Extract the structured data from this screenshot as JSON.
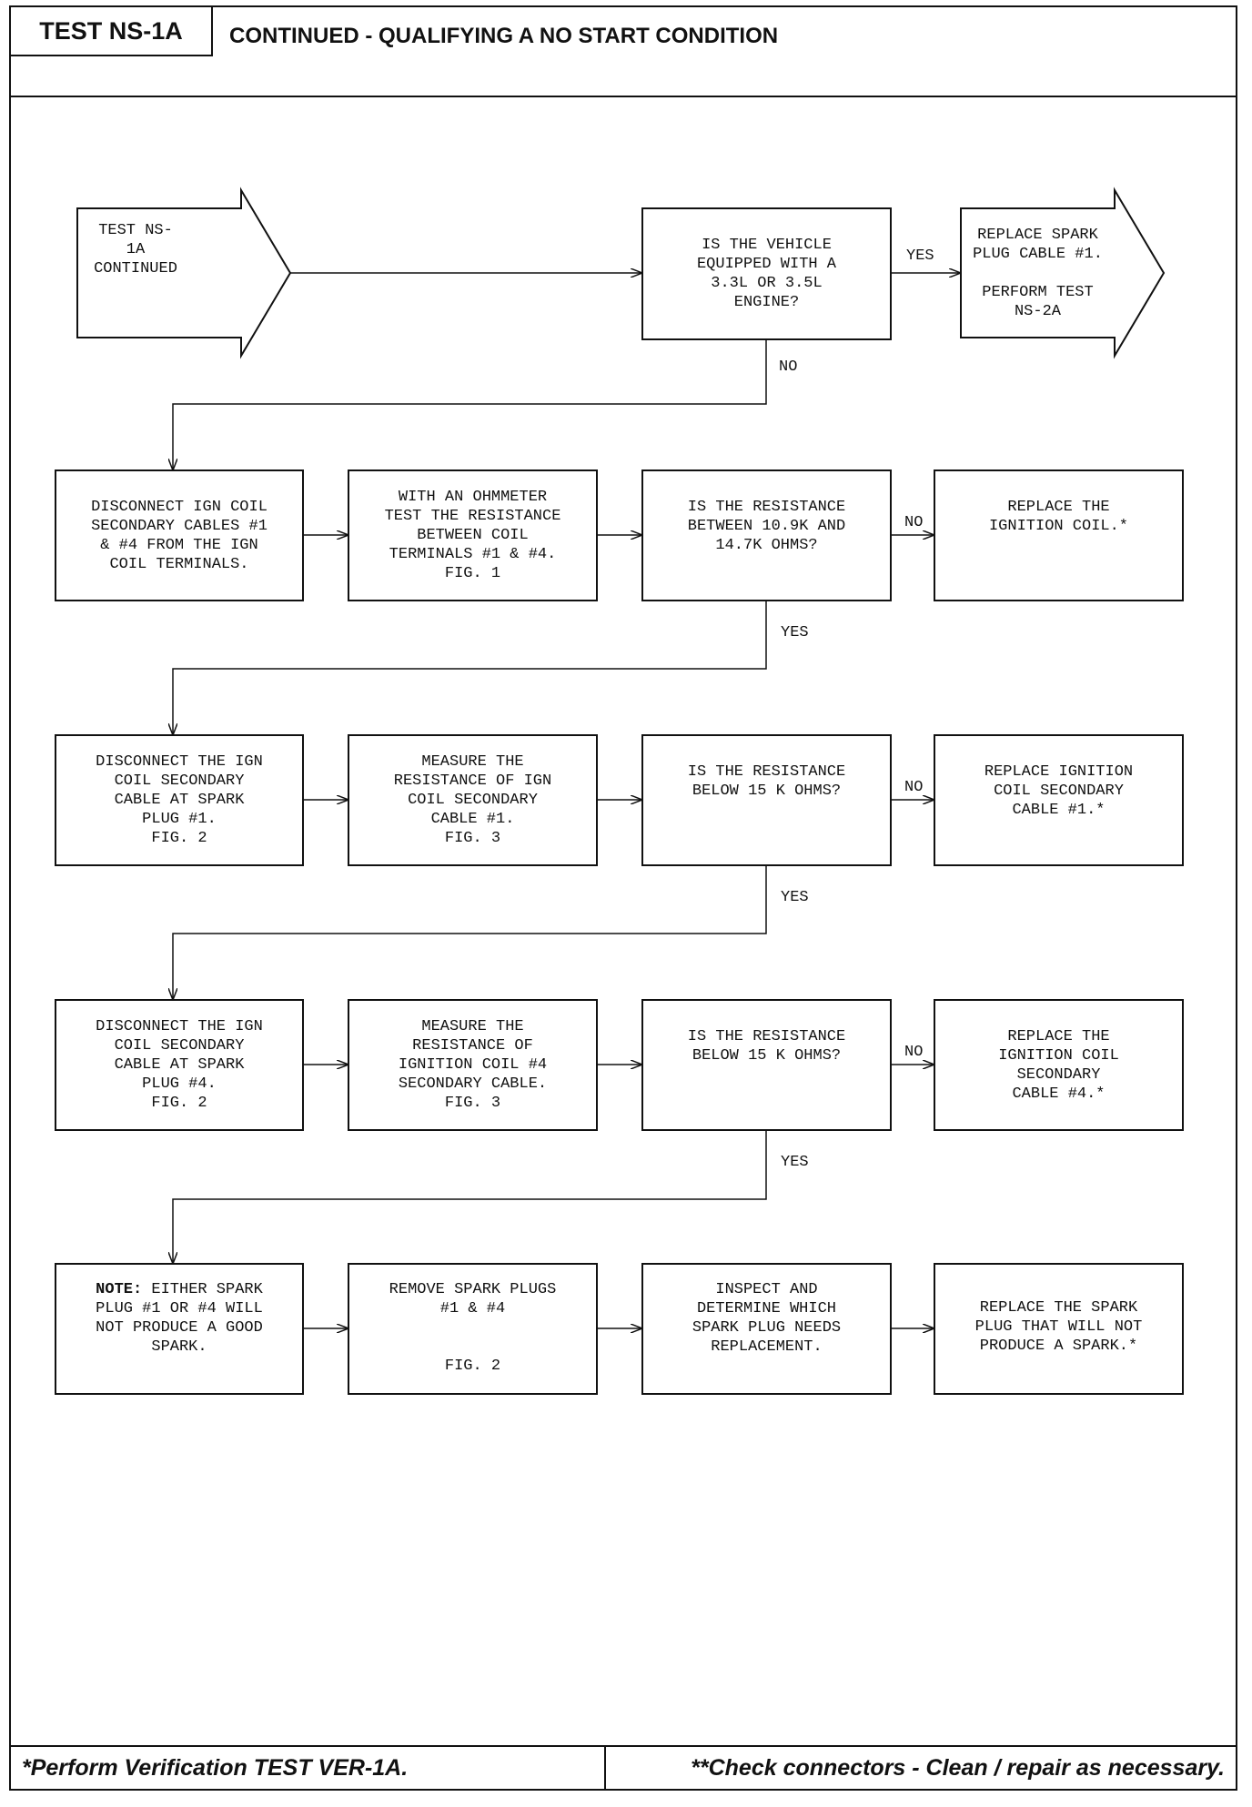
{
  "header": {
    "test_id": "TEST NS-1A",
    "title": "CONTINUED - QUALIFYING A NO START CONDITION"
  },
  "flow": {
    "start": "TEST NS-1A\nCONTINUED",
    "q_engine": "IS THE VEHICLE\nEQUIPPED WITH A\n3.3L OR 3.5L\nENGINE?",
    "replace_cable1_ns2a": "REPLACE SPARK\nPLUG CABLE #1.\n\nPERFORM TEST\nNS-2A",
    "row1": {
      "b1": "DISCONNECT IGN COIL\nSECONDARY CABLES #1\n& #4 FROM THE IGN\nCOIL TERMINALS.",
      "b2": "WITH AN OHMMETER\nTEST THE RESISTANCE\nBETWEEN COIL\nTERMINALS #1 & #4.\nFIG. 1",
      "b3": "IS THE RESISTANCE\nBETWEEN 10.9K AND\n14.7K OHMS?",
      "b4": "REPLACE THE\nIGNITION COIL.*"
    },
    "row2": {
      "b1": "DISCONNECT THE IGN\nCOIL SECONDARY\nCABLE AT SPARK\nPLUG #1.\nFIG. 2",
      "b2": "MEASURE THE\nRESISTANCE OF IGN\nCOIL SECONDARY\nCABLE #1.\nFIG. 3",
      "b3": "IS THE RESISTANCE\nBELOW 15 K OHMS?",
      "b4": "REPLACE IGNITION\nCOIL SECONDARY\nCABLE #1.*"
    },
    "row3": {
      "b1": "DISCONNECT THE IGN\nCOIL SECONDARY\nCABLE AT SPARK\nPLUG #4.\nFIG. 2",
      "b2": "MEASURE THE\nRESISTANCE OF\nIGNITION COIL #4\nSECONDARY CABLE.\nFIG. 3",
      "b3": "IS THE RESISTANCE\nBELOW 15 K OHMS?",
      "b4": "REPLACE THE\nIGNITION COIL\nSECONDARY\nCABLE #4.*"
    },
    "row4": {
      "note_label": "NOTE:",
      "b1_rest": " EITHER SPARK\nPLUG #1 OR #4 WILL\nNOT PRODUCE A GOOD\nSPARK.",
      "b2": "REMOVE SPARK PLUGS\n#1 & #4\n\n\nFIG. 2",
      "b3": "INSPECT AND\nDETERMINE WHICH\nSPARK PLUG NEEDS\nREPLACEMENT.",
      "b4": "REPLACE THE SPARK\nPLUG THAT WILL NOT\nPRODUCE A SPARK.*"
    },
    "labels": {
      "yes": "YES",
      "no": "NO"
    }
  },
  "footer": {
    "left": "*Perform Verification TEST VER-1A.",
    "right": "**Check connectors - Clean / repair as necessary."
  }
}
